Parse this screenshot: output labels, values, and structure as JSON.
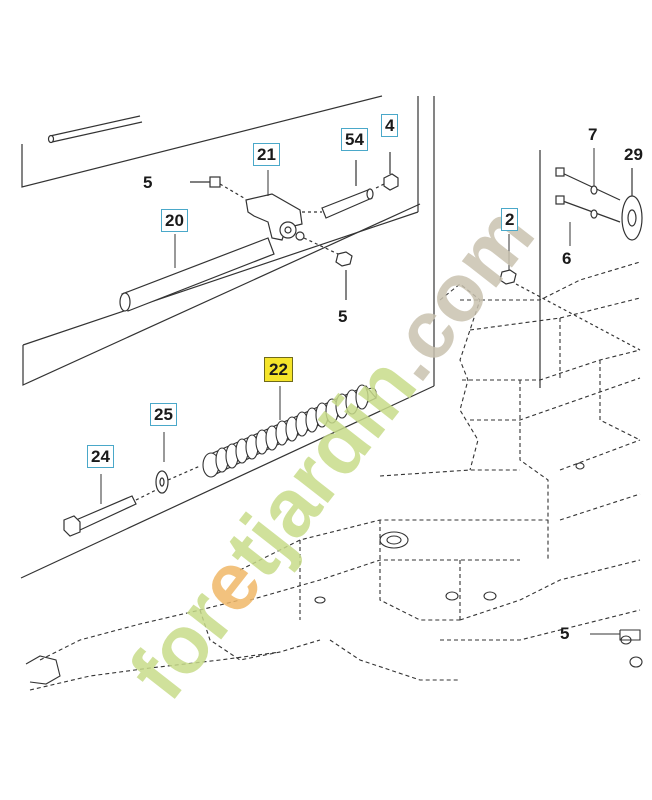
{
  "callouts": {
    "c21": "21",
    "c54": "54",
    "c4": "4",
    "c5a": "5",
    "c20": "20",
    "c5b": "5",
    "c22": "22",
    "c25": "25",
    "c24": "24",
    "c7": "7",
    "c29": "29",
    "c2": "2",
    "c6": "6",
    "c5c": "5"
  },
  "highlight_part": "22",
  "watermark": {
    "text_green": "for",
    "text_orange": "e",
    "text_green2": "tjardin",
    "text_gray": ".com"
  },
  "colors": {
    "line": "#333333",
    "callout_border": "#4aa8c9",
    "highlight": "#f5e42a",
    "watermark_green": "#c8dc8a",
    "watermark_orange": "#f0b868",
    "watermark_gray": "#c9c2b0"
  }
}
